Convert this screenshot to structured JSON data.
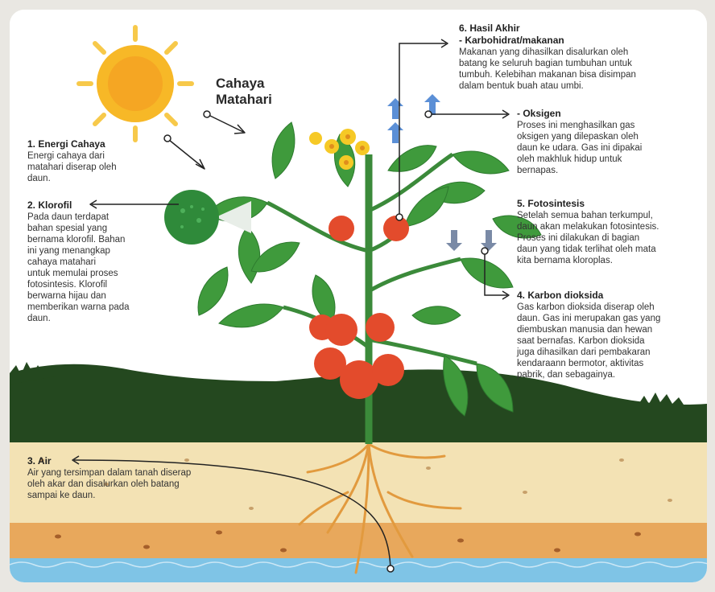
{
  "sun_label": [
    "Cahaya",
    "Matahari"
  ],
  "labels": {
    "energi": {
      "title": "1. Energi Cahaya",
      "lines": [
        "Energi cahaya dari",
        "matahari diserap oleh",
        "daun."
      ]
    },
    "klorofil": {
      "title": "2. Klorofil",
      "lines": [
        "Pada daun terdapat",
        "bahan spesial yang",
        "bernama klorofil. Bahan",
        "ini yang menangkap",
        "cahaya matahari",
        "untuk memulai proses",
        "fotosintesis. Klorofil",
        "berwarna hijau dan",
        "memberikan warna pada",
        "daun."
      ]
    },
    "air": {
      "title": "3. Air",
      "lines": [
        "Air yang tersimpan dalam tanah diserap",
        "oleh akar dan disalurkan oleh batang",
        "sampai ke daun."
      ]
    },
    "hasil": {
      "title": "6. Hasil Akhir",
      "subtitle": "- Karbohidrat/makanan",
      "lines": [
        "Makanan yang dihasilkan disalurkan oleh",
        "batang ke seluruh bagian tumbuhan untuk",
        "tumbuh. Kelebihan makanan bisa disimpan",
        "dalam bentuk buah atau umbi."
      ]
    },
    "oksigen": {
      "title": "- Oksigen",
      "lines": [
        "Proses ini menghasilkan gas",
        "oksigen yang dilepaskan oleh",
        "daun ke udara. Gas ini dipakai",
        "oleh makhluk hidup untuk",
        "bernapas."
      ]
    },
    "fotosintesis": {
      "title": "5. Fotosintesis",
      "lines": [
        "Setelah semua bahan terkumpul,",
        "daun akan melakukan fotosintesis.",
        "Proses ini dilakukan di bagian",
        "daun yang tidak terlihat oleh mata",
        "kita bernama kloroplas."
      ]
    },
    "karbon": {
      "title": "4. Karbon dioksida",
      "lines": [
        "Gas karbon dioksida diserap oleh",
        "daun. Gas ini merupakan gas yang",
        "diembuskan manusia dan hewan",
        "saat bernafas. Karbon dioksida",
        "juga dihasilkan dari pembakaran",
        "kendaraann bermotor, aktivitas",
        "pabrik, dan sebagainya."
      ]
    }
  },
  "colors": {
    "leaf": "#3f9a3c",
    "leaf_dark": "#2d7a2e",
    "tomato": "#e34b2c",
    "sun": "#f7b827",
    "soil": "#f3e2b4",
    "soil_dark": "#e8a85c",
    "water": "#7fc4e6",
    "hill": "#24481f"
  }
}
